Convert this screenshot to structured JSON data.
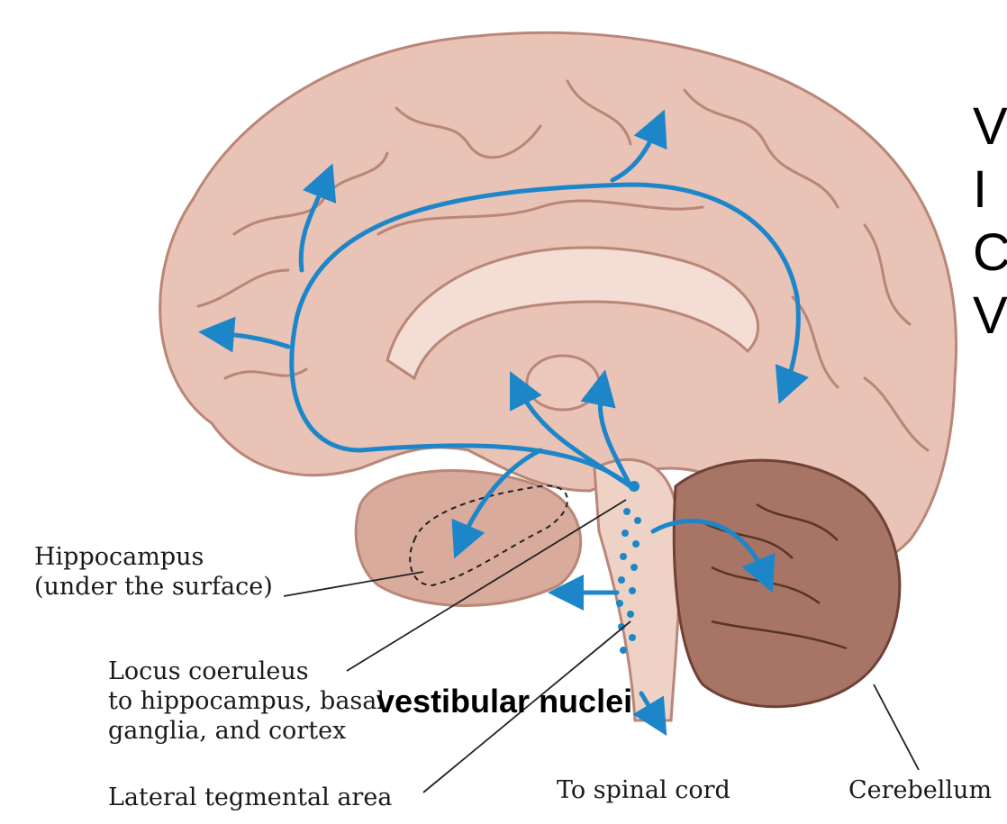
{
  "labels": {
    "hippocampus": "Hippocampus",
    "hippocampus_note": "(under the surface)",
    "locus_coeruleus": "Locus coeruleus",
    "locus_targets_1": "to hippocampus, basal",
    "locus_targets_2": "ganglia, and cortex",
    "lateral_tegmental": "Lateral tegmental area",
    "spinal_cord": "To spinal cord",
    "cerebellum": "Cerebellum"
  },
  "overlay_text": "vestibular nuclei",
  "cut_off_letters": [
    "V",
    "I",
    "C",
    "V"
  ],
  "colors": {
    "pathway": "#1d86c9",
    "brain_tissue": "#e8c3b6",
    "brain_shadow": "#c99a8a",
    "cerebellum": "#8a5a4c"
  }
}
